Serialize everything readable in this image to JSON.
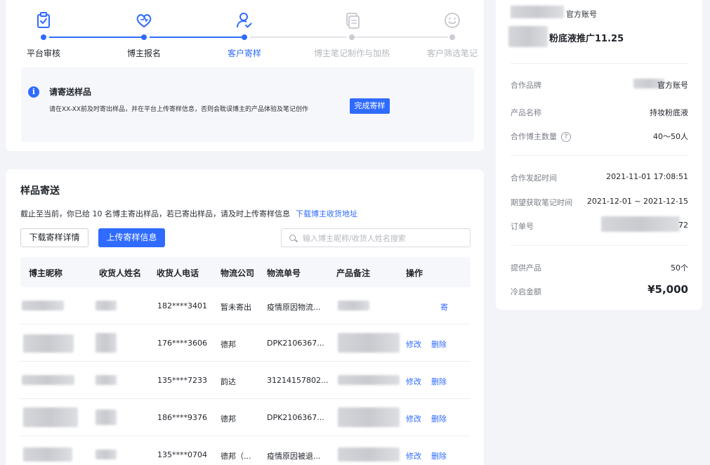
{
  "steps": [
    {
      "label": "平台审核",
      "state": "done",
      "icon": "clipboard-check-icon"
    },
    {
      "label": "博主报名",
      "state": "done",
      "icon": "heart-badge-icon"
    },
    {
      "label": "客户寄样",
      "state": "active",
      "icon": "user-check-icon"
    },
    {
      "label": "博主笔记制作与加热",
      "state": "future",
      "icon": "document-copy-icon"
    },
    {
      "label": "客户筛选笔记",
      "state": "future",
      "icon": "smile-icon"
    }
  ],
  "notice": {
    "title": "请寄送样品",
    "desc": "请在XX-XX前及时寄出样品，并在平台上传寄样信息，否则会耽误博主的产品体验及笔记创作",
    "button": "完成寄样"
  },
  "sample": {
    "title": "样品寄送",
    "summary": "截止至当前，你已给 10 名博主寄出样品，若已寄出样品，请及时上传寄样信息",
    "download_address_link": "下载博主收货地址",
    "download_detail_button": "下载寄样详情",
    "upload_button": "上传寄样信息",
    "search_placeholder": "输入博主昵称/收货人姓名搜索",
    "columns": [
      "博主昵称",
      "收货人姓名",
      "收货人电话",
      "物流公司",
      "物流单号",
      "产品备注",
      "操作"
    ],
    "rows": [
      {
        "phone": "182****3401",
        "company": "暂未寄出",
        "tracking": "疫情原因物流...",
        "actions": [
          "寄"
        ]
      },
      {
        "phone": "176****3606",
        "company": "德邦",
        "tracking": "DPK2106367...",
        "actions": [
          "修改",
          "删除"
        ]
      },
      {
        "phone": "135****7233",
        "company": "韵达",
        "tracking": "31214157802...",
        "actions": [
          "修改",
          "删除"
        ]
      },
      {
        "phone": "186****9376",
        "company": "德邦",
        "tracking": "DPK2106367...",
        "actions": [
          "修改",
          "删除"
        ]
      },
      {
        "phone": "135****0704",
        "company": "德邦（...",
        "tracking": "疫情原因被退...",
        "actions": [
          "修改",
          "删除"
        ]
      }
    ]
  },
  "side": {
    "account_name": "官方账号",
    "campaign_title": "粉底液推广11.25",
    "brand_label": "合作品牌",
    "brand_value": "官方账号",
    "product_label": "产品名称",
    "product_value": "持妆粉底液",
    "blogger_count_label": "合作博主数量",
    "blogger_count_value": "40～50人",
    "start_time_label": "合作发起时间",
    "start_time_value": "2021-11-01 17:08:51",
    "expected_time_label": "期望获取笔记时间",
    "expected_time_value": "2021-12-01 ~ 2021-12-15",
    "order_label": "订单号",
    "order_value": "72",
    "supply_label": "提供产品",
    "supply_value": "50个",
    "amount_label": "冷启金额",
    "amount_value": "¥5,000"
  },
  "colors": {
    "accent": "#2f6bff",
    "background": "#f2f4f8"
  }
}
